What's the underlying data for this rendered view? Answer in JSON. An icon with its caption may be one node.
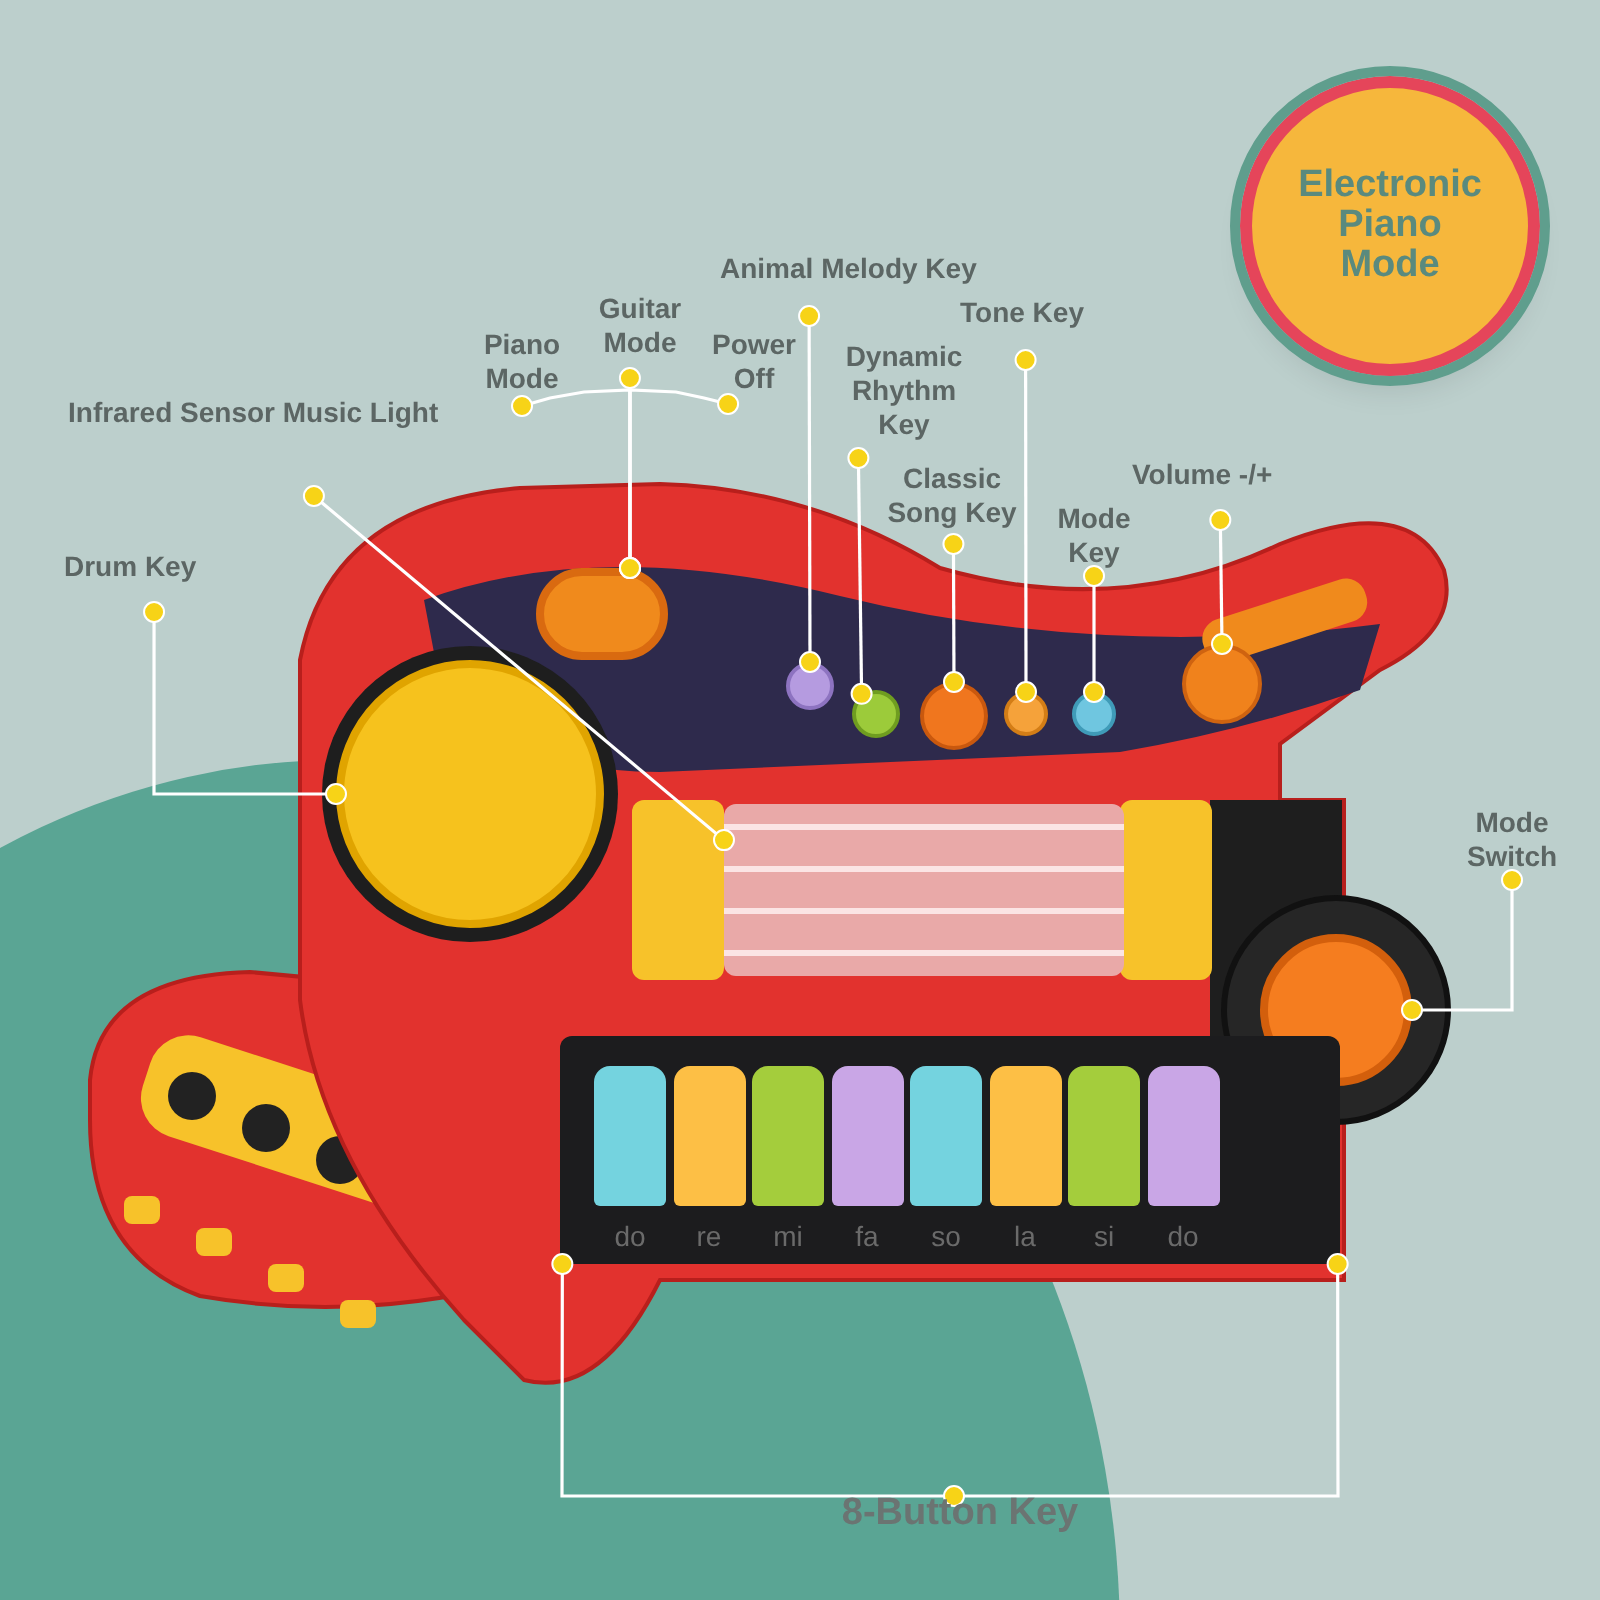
{
  "diagram": {
    "nodes": [
      {
        "text": [
          "Electronic Piano Mode"
        ]
      },
      {
        "text": [
          "Animal Melody Key"
        ]
      },
      {
        "text": [
          "Tone Key"
        ]
      },
      {
        "text": [
          "Piano Mode"
        ]
      },
      {
        "text": [
          "Guitar Mode"
        ]
      },
      {
        "text": [
          "Power Off"
        ]
      },
      {
        "text": [
          "Dynamic Rhythm Key"
        ]
      },
      {
        "text": [
          "Infrared Sensor Music Light"
        ]
      },
      {
        "text": [
          "Classic Song Key"
        ]
      },
      {
        "text": [
          "Mode Key"
        ]
      },
      {
        "text": [
          "Volume -/+"
        ]
      },
      {
        "text": [
          "Drum Key"
        ]
      },
      {
        "text": [
          "Mode Switch"
        ]
      },
      {
        "text": [
          "8-Button Key"
        ]
      },
      {
        "text": [],
        "shape": "bar"
      },
      {
        "text": [],
        "shape": "box"
      },
      {
        "text": [],
        "shape": "circle"
      },
      {
        "text": [],
        "shape": "circle"
      },
      {
        "text": [],
        "shape": "circle"
      },
      {
        "text": [],
        "shape": "circle"
      },
      {
        "text": [],
        "shape": "circle"
      },
      {
        "text": [],
        "shape": "circle"
      },
      {
        "text": [],
        "shape": "circle"
      },
      {
        "text": [],
        "shape": "circle"
      },
      {
        "text": [],
        "shape": "box"
      }
    ],
    "edges": [
      {
        "from": 3,
        "to": 14,
        "arrow": "other"
      },
      {
        "from": 4,
        "to": 14,
        "arrow": "other"
      },
      {
        "from": 5,
        "to": 14,
        "arrow": "other"
      },
      {
        "from": 7,
        "to": 15,
        "arrow": "other"
      },
      {
        "from": 11,
        "to": 22,
        "arrow": "other"
      },
      {
        "from": 1,
        "to": 16,
        "arrow": "other"
      },
      {
        "from": 6,
        "to": 17,
        "arrow": "other"
      },
      {
        "from": 8,
        "to": 18,
        "arrow": "other"
      },
      {
        "from": 2,
        "to": 19,
        "arrow": "other"
      },
      {
        "from": 9,
        "to": 20,
        "arrow": "other"
      },
      {
        "from": 10,
        "to": 21,
        "arrow": "other"
      },
      {
        "from": 12,
        "to": 23,
        "arrow": "other"
      },
      {
        "from": 13,
        "to": 24,
        "arrow": "other"
      }
    ],
    "labels": [
      "do",
      "re",
      "mi",
      "fa",
      "so",
      "la",
      "si",
      "do"
    ]
  }
}
